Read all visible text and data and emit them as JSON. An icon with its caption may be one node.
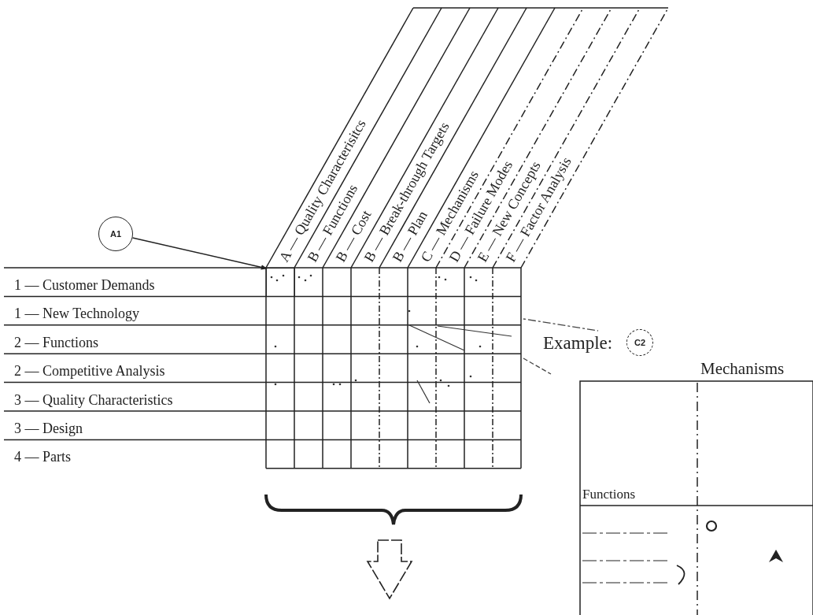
{
  "diagram": {
    "nodes": [
      {
        "text": [
          "A1"
        ]
      },
      {
        "text": [],
        "shape": "box"
      },
      {
        "text": [
          "C2"
        ]
      }
    ],
    "edges": [
      {
        "from": 0,
        "to": 1,
        "arrow": "to"
      }
    ],
    "labels": [
      "A — Quality Characterisitcs",
      "B — Functions",
      "B — Cost",
      "B — Break-through Targets",
      "B — Plan",
      "C — Mechanisms",
      "D — Failure Modes",
      "E — New Concepts",
      "F — Factor Analysis",
      "1 — Customer Demands",
      "1 — New Technology",
      "2 — Functions",
      "2 — Competitive Analysis",
      "3 — Quality Characteristics",
      "3 — Design",
      "4 — Parts",
      "Example:",
      "Mechanisms",
      "Functions"
    ]
  }
}
